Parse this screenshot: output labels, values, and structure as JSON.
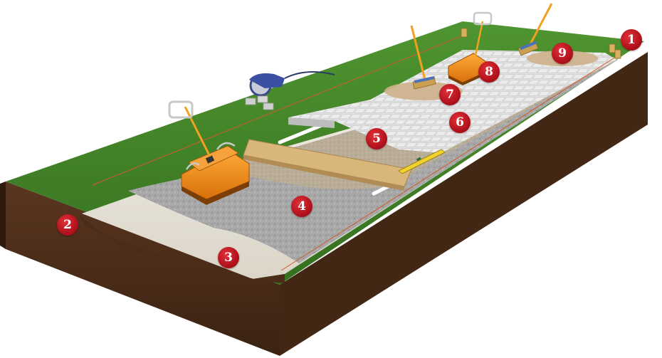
{
  "markers": [
    {
      "label": "1"
    },
    {
      "label": "2"
    },
    {
      "label": "3"
    },
    {
      "label": "4"
    },
    {
      "label": "5"
    },
    {
      "label": "6"
    },
    {
      "label": "7"
    },
    {
      "label": "8"
    },
    {
      "label": "9"
    }
  ],
  "colors": {
    "marker": "#c0141d",
    "grass": "#3f7f27",
    "soil": "#4e2e1a",
    "sand": "#b7ab96",
    "gravel": "#a6a6a6",
    "subbase_fabric": "#eeeae2",
    "paver": "#dcdcdc",
    "compactor": "#f08a12",
    "screed_board": "#d9b77a"
  },
  "icons": [
    "plate-compactor-icon",
    "broom-icon",
    "angle-grinder-icon",
    "screed-board-icon",
    "spirit-level-icon",
    "survey-peg-icon"
  ]
}
